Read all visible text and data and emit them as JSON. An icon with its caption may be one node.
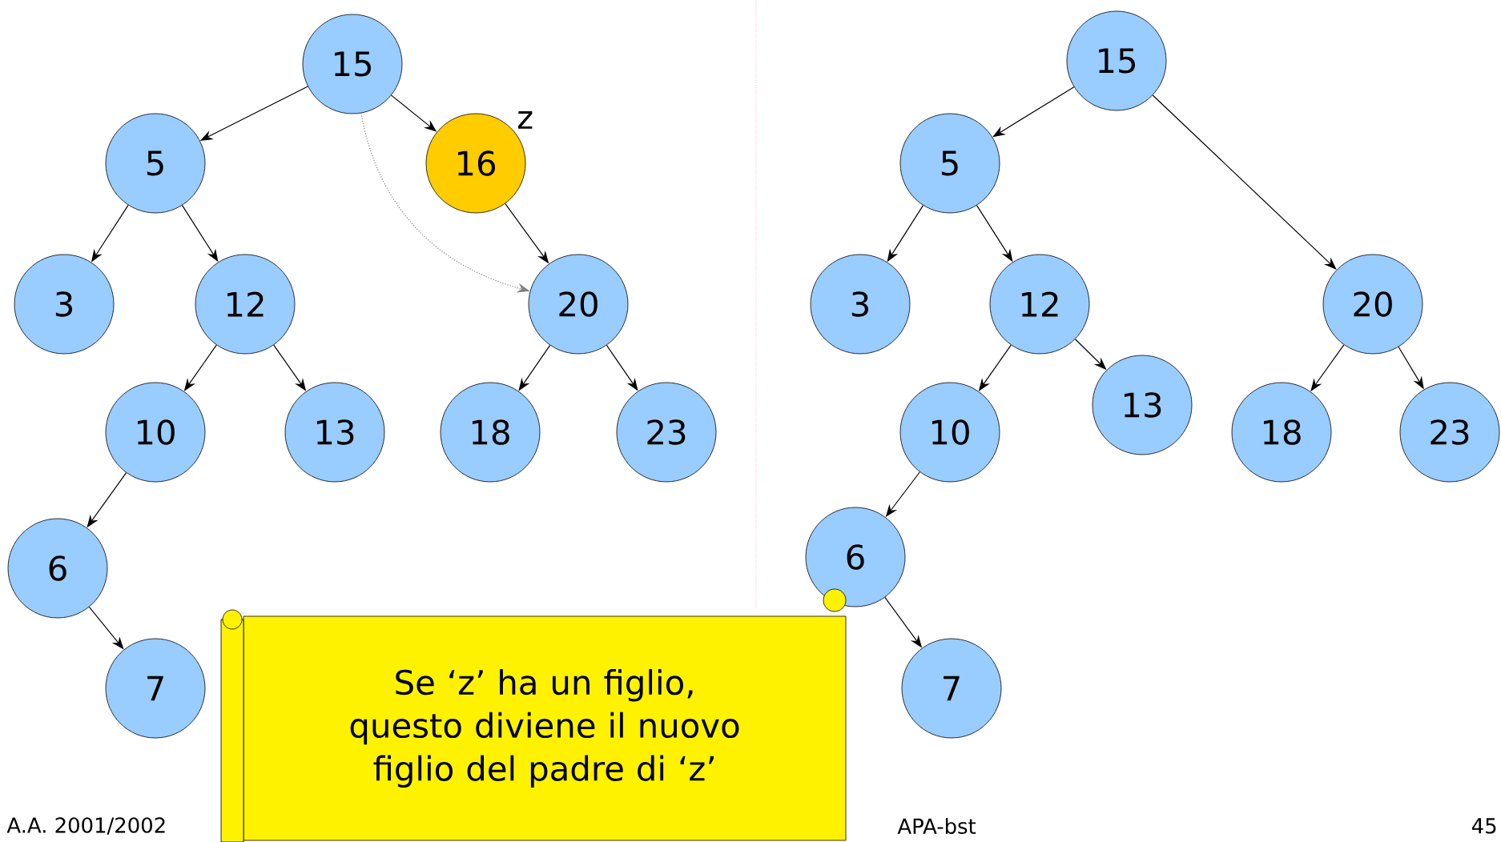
{
  "diagram": {
    "nodes": [
      {
        "text": [
          "15"
        ]
      },
      {
        "text": [
          "5"
        ]
      },
      {
        "text": [
          "16"
        ],
        "beside": [
          "z"
        ]
      },
      {
        "text": [
          "3"
        ]
      },
      {
        "text": [
          "12"
        ]
      },
      {
        "text": [
          "20"
        ]
      },
      {
        "text": [
          "10"
        ]
      },
      {
        "text": [
          "13"
        ]
      },
      {
        "text": [
          "18"
        ]
      },
      {
        "text": [
          "23"
        ]
      },
      {
        "text": [
          "6"
        ]
      },
      {
        "text": [
          "7"
        ]
      },
      {
        "text": [
          "15"
        ]
      },
      {
        "text": [
          "5"
        ]
      },
      {
        "text": [
          "3"
        ]
      },
      {
        "text": [
          "12"
        ]
      },
      {
        "text": [
          "20"
        ]
      },
      {
        "text": [
          "10"
        ]
      },
      {
        "text": [
          "13"
        ]
      },
      {
        "text": [
          "18"
        ]
      },
      {
        "text": [
          "23"
        ]
      },
      {
        "text": [
          "6"
        ]
      },
      {
        "text": [
          "7"
        ]
      },
      {
        "text": [
          "Se ‘z’ ha un figlio, questo diviene il nuovo figlio del padre di ‘z’"
        ]
      }
    ],
    "edges": [
      {
        "from": 0,
        "to": 1,
        "arrow": "to"
      },
      {
        "from": 0,
        "to": 2,
        "arrow": "to"
      },
      {
        "from": 0,
        "to": 5,
        "arrow": "to",
        "style": "dashed",
        "color": "#808080"
      },
      {
        "from": 1,
        "to": 3,
        "arrow": "to"
      },
      {
        "from": 1,
        "to": 4,
        "arrow": "to"
      },
      {
        "from": 2,
        "to": 5,
        "arrow": "to"
      },
      {
        "from": 4,
        "to": 6,
        "arrow": "to"
      },
      {
        "from": 4,
        "to": 7,
        "arrow": "to"
      },
      {
        "from": 5,
        "to": 8,
        "arrow": "to"
      },
      {
        "from": 5,
        "to": 9,
        "arrow": "to"
      },
      {
        "from": 6,
        "to": 10,
        "arrow": "to"
      },
      {
        "from": 10,
        "to": 11,
        "arrow": "to"
      },
      {
        "from": 12,
        "to": 13,
        "arrow": "to"
      },
      {
        "from": 12,
        "to": 16,
        "arrow": "to"
      },
      {
        "from": 13,
        "to": 14,
        "arrow": "to"
      },
      {
        "from": 13,
        "to": 15,
        "arrow": "to"
      },
      {
        "from": 15,
        "to": 17,
        "arrow": "to"
      },
      {
        "from": 15,
        "to": 18,
        "arrow": "to"
      },
      {
        "from": 16,
        "to": 19,
        "arrow": "to"
      },
      {
        "from": 16,
        "to": 20,
        "arrow": "to"
      },
      {
        "from": 17,
        "to": 21,
        "arrow": "to"
      },
      {
        "from": 21,
        "to": 22,
        "arrow": "to"
      }
    ],
    "labels": [
      "A.A. 2001/2002",
      "APA-bst",
      "45"
    ]
  }
}
